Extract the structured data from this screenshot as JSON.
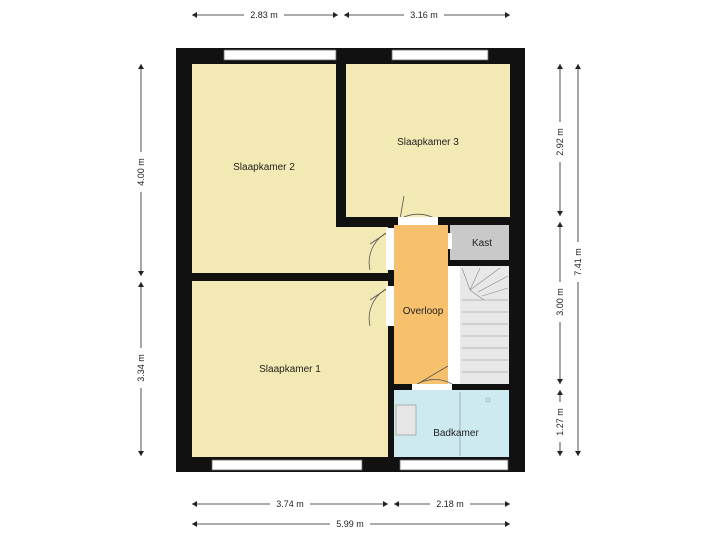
{
  "rooms": {
    "slaapkamer2": "Slaapkamer 2",
    "slaapkamer3": "Slaapkamer 3",
    "slaapkamer1": "Slaapkamer 1",
    "overloop": "Overloop",
    "kast": "Kast",
    "badkamer": "Badkamer"
  },
  "dimensions": {
    "top_left": "2.83 m",
    "top_right": "3.16 m",
    "left_upper": "4.00 m",
    "left_lower": "3.34 m",
    "right_upper": "2.92 m",
    "right_middle": "3.00 m",
    "right_lower": "1.27 m",
    "right_total": "7.41 m",
    "bottom_left": "3.74 m",
    "bottom_right": "2.18 m",
    "bottom_total": "5.99 m"
  },
  "colors": {
    "bedroom": "#f2e9b4",
    "landing": "#f7c06d",
    "bathroom": "#cdeaf1",
    "closet": "#c9c9c9",
    "stairs": "#e8e8e8",
    "wall": "#111111"
  }
}
